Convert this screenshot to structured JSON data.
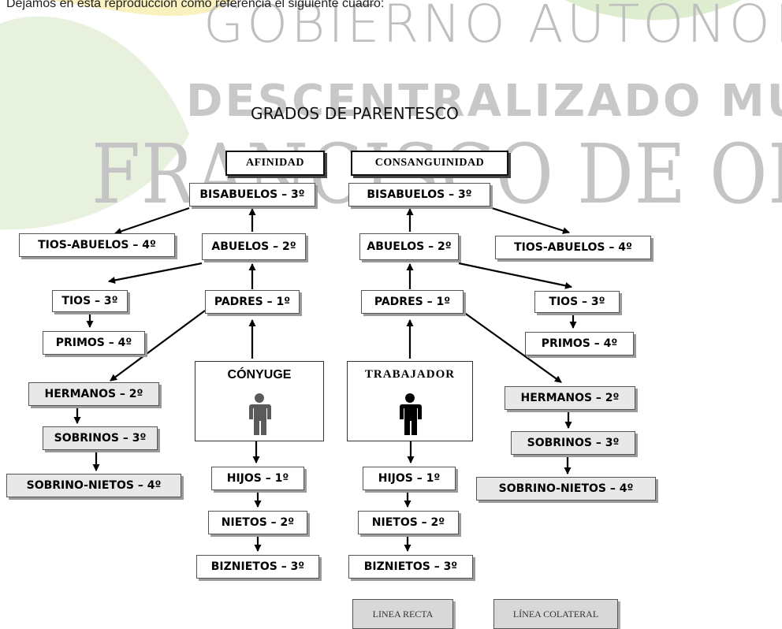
{
  "page": {
    "top_text": "Dejamos en esta reproducción como referencia el siguiente cuadro:",
    "title": "GRADOS DE PARENTESCO",
    "watermark": {
      "line1": "GOBIERNO AUTÓNOMO",
      "line2": "DESCENTRALIZADO MUNICIPAL",
      "line3": "FRANCISCO DE ORELLANA"
    }
  },
  "headers": {
    "afinidad": "AFINIDAD",
    "consanguinidad": "CONSANGUINIDAD"
  },
  "afinidad": {
    "bisabuelos": "BISABUELOS – 3º",
    "abuelos": "ABUELOS – 2º",
    "tios_abuelos": "TIOS-ABUELOS – 4º",
    "padres": "PADRES – 1º",
    "tios": "TIOS – 3º",
    "primos": "PRIMOS – 4º",
    "hermanos": "HERMANOS – 2º",
    "sobrinos": "SOBRINOS – 3º",
    "sobrino_nietos": "SOBRINO-NIETOS – 4º",
    "person": "CÓNYUGE",
    "hijos": "HIJOS – 1º",
    "nietos": "NIETOS – 2º",
    "biznietos": "BIZNIETOS – 3º"
  },
  "consanguinidad": {
    "bisabuelos": "BISABUELOS – 3º",
    "abuelos": "ABUELOS – 2º",
    "tios_abuelos": "TIOS-ABUELOS – 4º",
    "padres": "PADRES – 1º",
    "tios": "TIOS – 3º",
    "primos": "PRIMOS – 4º",
    "hermanos": "HERMANOS – 2º",
    "sobrinos": "SOBRINOS – 3º",
    "sobrino_nietos": "SOBRINO-NIETOS – 4º",
    "person": "TRABAJADOR",
    "hijos": "HIJOS – 1º",
    "nietos": "NIETOS – 2º",
    "biznietos": "BIZNIETOS – 3º"
  },
  "legend": {
    "recta": "LINEA RECTA",
    "colateral": "LÍNEA COLATERAL"
  },
  "colors": {
    "watermark": "#bfbfbf",
    "leaf_green": "#7cb342",
    "leaf_yellow": "#f2d648",
    "box_gray": "#e8e8e8",
    "spouse_icon": "#5a5a5a",
    "worker_icon": "#000000"
  }
}
